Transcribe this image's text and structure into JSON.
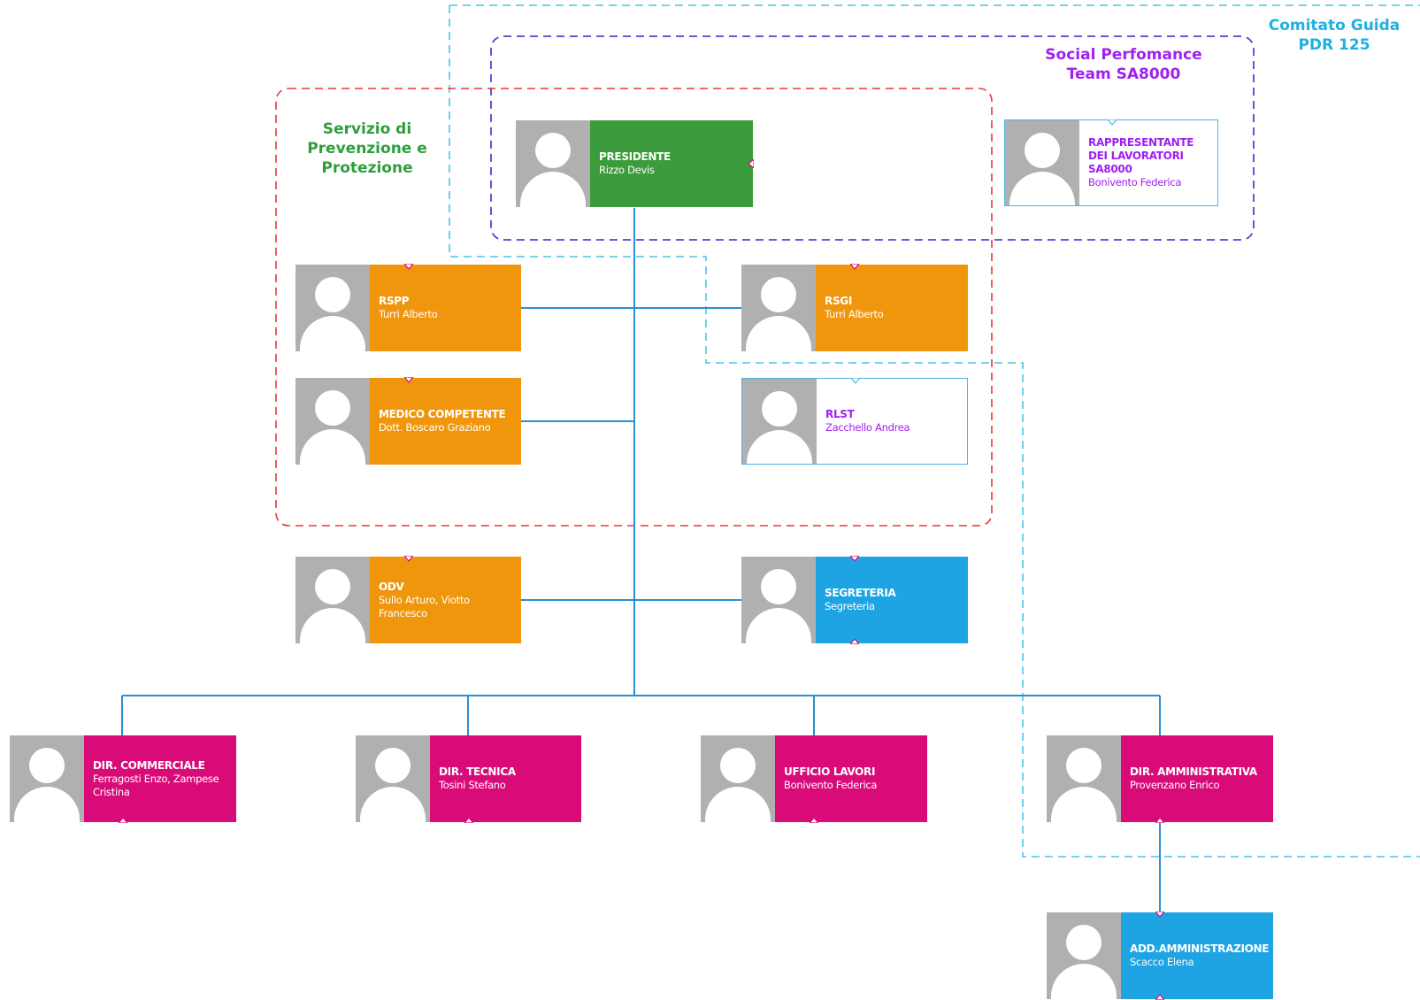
{
  "groups": {
    "comitato": {
      "label": "Comitato Guida\nPDR 125",
      "color": "#1fb0e0"
    },
    "social": {
      "label": "Social Perfomance\nTeam SA8000",
      "color": "#a020f0"
    },
    "servizio": {
      "label": "Servizio di\nPrevenzione e\nProtezione",
      "color": "#2e9e3c"
    }
  },
  "colors": {
    "green": "#3a9c3a",
    "orange": "#f0960c",
    "blue": "#1ea4e2",
    "magenta": "#d90b79",
    "connector": "#2a8fd4",
    "red_dash": "#e8363b",
    "indigo_dash": "#4a45d8",
    "cyan_dash": "#4cc3ea"
  },
  "nodes": [
    {
      "id": "presidente",
      "title": "PRESIDENTE",
      "name": "Rizzo Devis",
      "style": "green"
    },
    {
      "id": "rappresentante",
      "title": "RAPPRESENTANTE DEI LAVORATORI SA8000",
      "name": "Bonivento Federica",
      "style": "outline"
    },
    {
      "id": "rspp",
      "title": "RSPP",
      "name": "Turri Alberto",
      "style": "orange"
    },
    {
      "id": "rsgi",
      "title": "RSGI",
      "name": "Turri Alberto",
      "style": "orange"
    },
    {
      "id": "medico",
      "title": "MEDICO COMPETENTE",
      "name": "Dott. Boscaro Graziano",
      "style": "orange"
    },
    {
      "id": "rlst",
      "title": "RLST",
      "name": "Zacchello Andrea",
      "style": "outline"
    },
    {
      "id": "odv",
      "title": "ODV",
      "name": "Sullo Arturo, Viotto Francesco",
      "style": "orange"
    },
    {
      "id": "segreteria",
      "title": "SEGRETERIA",
      "name": "Segreteria",
      "style": "blue"
    },
    {
      "id": "dir_commerciale",
      "title": "DIR. COMMERCIALE",
      "name": "Ferragosti Enzo, Zampese Cristina",
      "style": "magenta"
    },
    {
      "id": "dir_tecnica",
      "title": "DIR. TECNICA",
      "name": "Tosini Stefano",
      "style": "magenta"
    },
    {
      "id": "ufficio_lavori",
      "title": "UFFICIO LAVORI",
      "name": "Bonivento Federica",
      "style": "magenta"
    },
    {
      "id": "dir_amministrativa",
      "title": "DIR. AMMINISTRATIVA",
      "name": "Provenzano Enrico",
      "style": "magenta"
    },
    {
      "id": "add_amministrazione",
      "title": "ADD.AMMINISTRAZIONE",
      "name": "Scacco Elena",
      "style": "blue"
    }
  ]
}
